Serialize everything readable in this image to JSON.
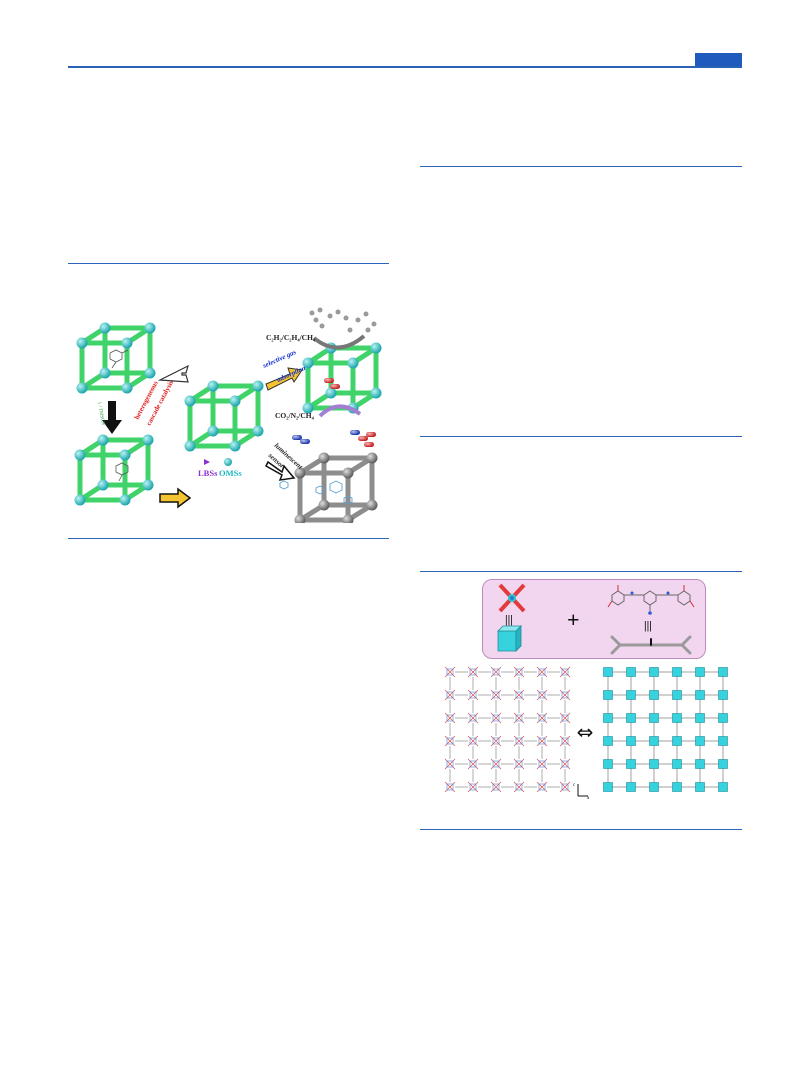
{
  "colors": {
    "accent": "#1f5bbd",
    "rule": "#2d64b8",
    "cube_edge": "#3fd36a",
    "node": "#2bbfc0",
    "gray_cube": "#8d8d8d",
    "panel_bg": "#f2d6ef",
    "panel_border": "#c08ac0",
    "net_node": "#36d2dd"
  },
  "figure1": {
    "labels": {
      "gas_mix": "C₂H₂/C₂H₄/CH₄",
      "selective_gas": "selective gas",
      "adsorption": "adsorption",
      "co2_mix": "CO₂/N₂/CH₄",
      "heterogeneous": "heterogeneous",
      "catalysis": "cascade catalysis",
      "luminescent": "luminescent",
      "sensor": "sensor",
      "lbs": "LBSs",
      "oms": "OMSs",
      "small_label": "1 / TMSCN"
    }
  },
  "figure2": {
    "plus": "+",
    "equiv": "|||",
    "arrow": "⇔",
    "axis_a": "a",
    "axis_c": "c"
  }
}
